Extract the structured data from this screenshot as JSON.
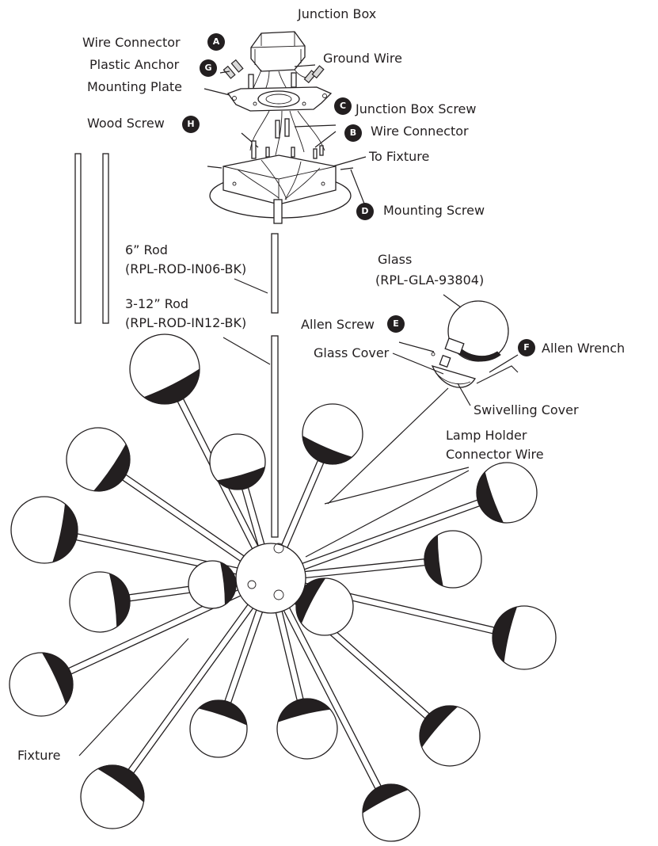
{
  "labels": {
    "junction_box": "Junction Box",
    "wire_connector_top": "Wire Connector",
    "plastic_anchor": "Plastic Anchor",
    "ground_wire": "Ground Wire",
    "mounting_plate": "Mounting Plate",
    "junction_box_screw": "Junction Box Screw",
    "wood_screw": "Wood Screw",
    "wire_connector_b": "Wire Connector",
    "to_fixture": "To Fixture",
    "mounting_screw": "Mounting Screw",
    "rod6": "6” Rod",
    "rod6_code": "(RPL-ROD-IN06-BK)",
    "glass": "Glass",
    "glass_code": "(RPL-GLA-93804)",
    "rod12": "3-12” Rod",
    "rod12_code": "(RPL-ROD-IN12-BK)",
    "allen_screw": "Allen Screw",
    "allen_wrench": "Allen Wrench",
    "glass_cover": "Glass Cover",
    "swivelling_cover": "Swivelling Cover",
    "lamp_holder": "Lamp Holder",
    "connector_wire": "Connector Wire",
    "fixture": "Fixture"
  },
  "badges": {
    "a": "A",
    "b": "B",
    "c": "C",
    "d": "D",
    "e": "E",
    "f": "F",
    "g": "G",
    "h": "H"
  },
  "colors": {
    "ink": "#231f20",
    "badge_text": "#ffffff",
    "shade": "#d9d9d9"
  }
}
